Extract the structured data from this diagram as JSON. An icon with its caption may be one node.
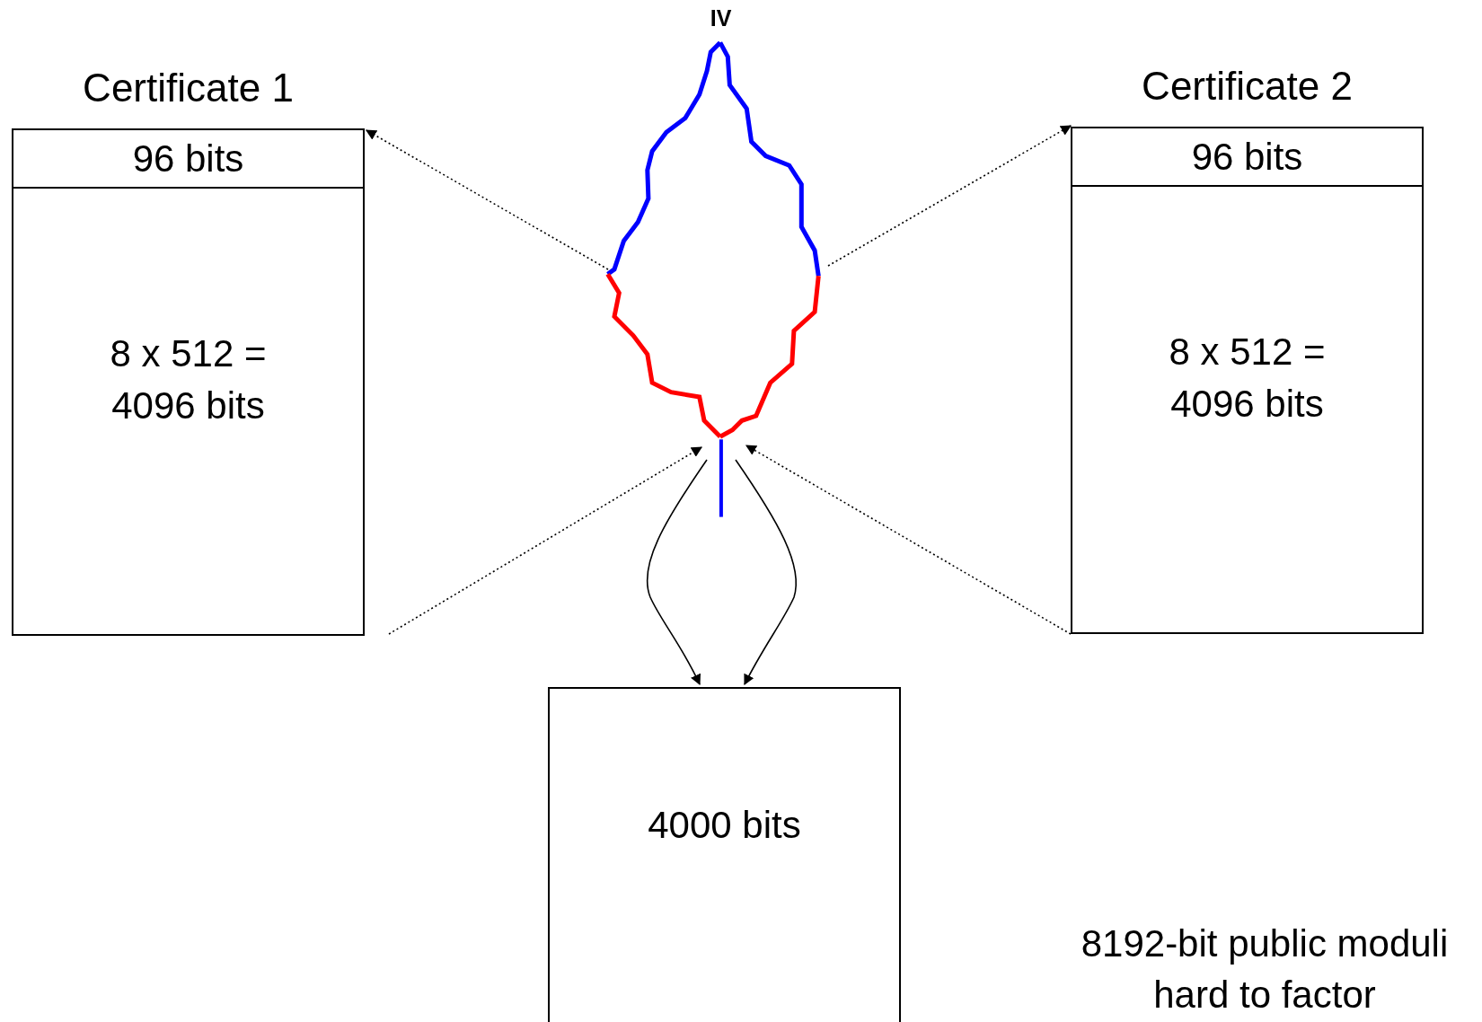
{
  "diagram": {
    "nodes": [
      {
        "text": [
          "Certificate 1",
          "96 bits",
          "8 x 512 = 4096 bits"
        ]
      },
      {
        "text": [
          "Certificate 2",
          "96 bits",
          "8 x 512 = 4096 bits"
        ]
      },
      {
        "text": [
          "IV"
        ]
      },
      {
        "text": [
          "4000 bits"
        ]
      }
    ],
    "edges": [
      {
        "from": 2,
        "to": 0,
        "arrow": "to",
        "style": "dashed"
      },
      {
        "from": 2,
        "to": 1,
        "arrow": "to",
        "style": "dashed"
      },
      {
        "from": 0,
        "to": 2,
        "arrow": "to",
        "style": "dashed"
      },
      {
        "from": 1,
        "to": 2,
        "arrow": "to",
        "style": "dashed"
      },
      {
        "from": 2,
        "to": 3,
        "arrow": "to"
      },
      {
        "from": 2,
        "to": 3,
        "arrow": "to"
      }
    ],
    "labels": [
      "8192-bit public moduli hard to factor"
    ]
  }
}
